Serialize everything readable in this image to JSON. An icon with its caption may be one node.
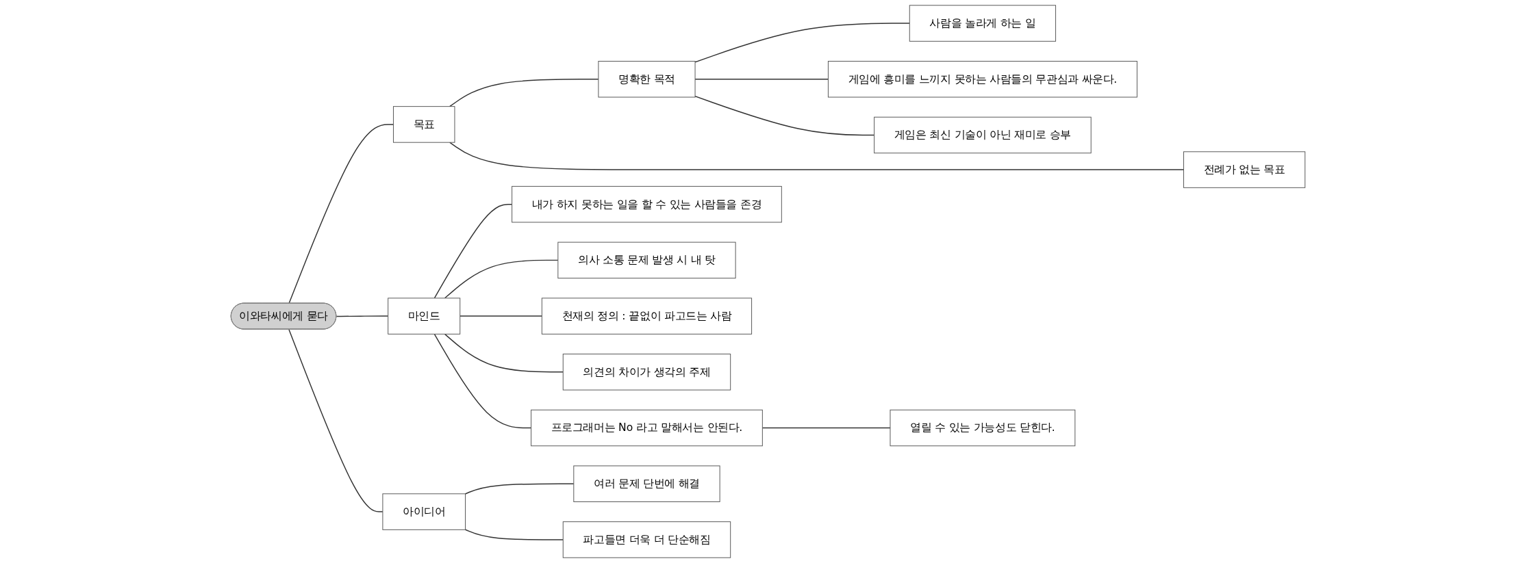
{
  "diagram": {
    "nodes": [
      {
        "text": [
          "이와타씨에게 묻다"
        ]
      },
      {
        "text": [
          "목표"
        ]
      },
      {
        "text": [
          "명확한 목적"
        ]
      },
      {
        "text": [
          "사람을 놀라게 하는 일"
        ]
      },
      {
        "text": [
          "게임에 흥미를 느끼지 못하는 사람들의 무관심과 싸운다."
        ]
      },
      {
        "text": [
          "게임은 최신 기술이 아닌 재미로 승부"
        ]
      },
      {
        "text": [
          "전례가 없는 목표"
        ]
      },
      {
        "text": [
          "마인드"
        ]
      },
      {
        "text": [
          "내가 하지 못하는 일을 할 수 있는 사람들을 존경"
        ]
      },
      {
        "text": [
          "의사 소통 문제 발생 시 내 탓"
        ]
      },
      {
        "text": [
          "천재의 정의 : 끝없이 파고드는 사람"
        ]
      },
      {
        "text": [
          "의견의 차이가 생각의 주제"
        ]
      },
      {
        "text": [
          "프로그래머는 No 라고 말해서는 안된다."
        ]
      },
      {
        "text": [
          "열릴 수 있는 가능성도 닫힌다."
        ]
      },
      {
        "text": [
          "아이디어"
        ]
      },
      {
        "text": [
          "여러 문제 단번에 해결"
        ]
      },
      {
        "text": [
          "파고들면 더욱 더 단순해짐"
        ]
      }
    ],
    "edges": [
      {
        "from": 0,
        "to": 1,
        "arrow": "none"
      },
      {
        "from": 1,
        "to": 2,
        "arrow": "none"
      },
      {
        "from": 2,
        "to": 3,
        "arrow": "none"
      },
      {
        "from": 2,
        "to": 4,
        "arrow": "none"
      },
      {
        "from": 2,
        "to": 5,
        "arrow": "none"
      },
      {
        "from": 1,
        "to": 6,
        "arrow": "none"
      },
      {
        "from": 0,
        "to": 7,
        "arrow": "none"
      },
      {
        "from": 7,
        "to": 8,
        "arrow": "none"
      },
      {
        "from": 7,
        "to": 9,
        "arrow": "none"
      },
      {
        "from": 7,
        "to": 10,
        "arrow": "none"
      },
      {
        "from": 7,
        "to": 11,
        "arrow": "none"
      },
      {
        "from": 7,
        "to": 12,
        "arrow": "none"
      },
      {
        "from": 12,
        "to": 13,
        "arrow": "none"
      },
      {
        "from": 0,
        "to": 14,
        "arrow": "none"
      },
      {
        "from": 14,
        "to": 15,
        "arrow": "none"
      },
      {
        "from": 14,
        "to": 16,
        "arrow": "none"
      }
    ]
  }
}
